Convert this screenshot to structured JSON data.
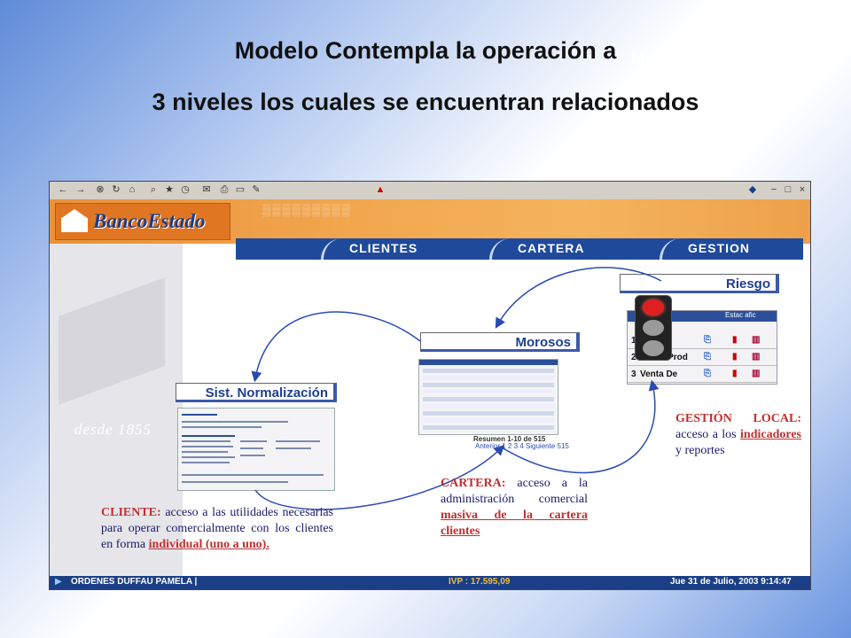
{
  "title": {
    "line1": "Modelo Contempla la operación a",
    "ghost": "Modelo",
    "line2": "3 niveles los cuales se encuentran relacionados"
  },
  "app": {
    "brand": "BancoEstado",
    "brand_sub": "desde 1855",
    "nav": [
      "CLIENTES",
      "CARTERA",
      "GESTION"
    ],
    "sidebar_tagline": "desde 1855",
    "status_user": "ORDENES DUFFAU PAMELA |",
    "status_ivp": "IVP : 17.595,09",
    "status_date": "Jue 31 de Julio, 2003 9:14:47"
  },
  "labels": {
    "riesgo": "Riesgo",
    "morosos": "Morosos",
    "normalizacion": "Sist. Normalización"
  },
  "risk_rows": [
    {
      "num": "1",
      "name": ""
    },
    {
      "num": "2",
      "name": "Cruce Prod"
    },
    {
      "num": "3",
      "name": "Venta De"
    }
  ],
  "risk_header": "Estac afic",
  "morosos_caption_line1": "Resumen 1-10 de 515",
  "morosos_caption_line2": "Anterior 1 2 3 4 Siguiente 515",
  "notes": {
    "gestion": {
      "head": "GESTIÓN LOCAL:",
      "text1": "acceso a los",
      "link": "indicadores",
      "text2": "y reportes"
    },
    "cartera": {
      "head": "CARTERA:",
      "text1": "acceso a la administración comercial",
      "link": "masiva de la cartera clientes"
    },
    "cliente": {
      "head": "CLIENTE:",
      "text1": "acceso a las utilidades necesarias para operar comercialmente con los clientes en forma",
      "link": "individual (uno a uno)."
    }
  },
  "colors": {
    "accent_red": "#c03030",
    "nav_blue": "#1f4a9c",
    "orange": "#f2a64e",
    "arrow_blue": "#2a4bb0"
  }
}
